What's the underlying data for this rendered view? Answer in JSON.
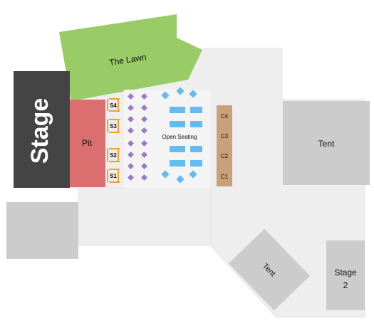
{
  "labels": {
    "stage": "Stage",
    "lawn": "The Lawn",
    "pit": "Pit",
    "open_seating": "Open Seating",
    "tent_right": "Tent",
    "tent_angled": "Tent",
    "stage2_line1": "Stage",
    "stage2_line2": "2"
  },
  "s_boxes": [
    "S4",
    "S3",
    "S2",
    "S1"
  ],
  "c_boxes": [
    "C4",
    "C3",
    "C2",
    "C1"
  ],
  "colors": {
    "stage": "#444444",
    "lawn": "#99cc66",
    "pit": "#db6e6e",
    "floor": "#eeeeee",
    "grey_block": "#cccccc",
    "s_box_border": "#f0a030",
    "c_box": "#c8a07a",
    "purple_table": "#9b7bc4",
    "blue_table": "#66bbee"
  }
}
